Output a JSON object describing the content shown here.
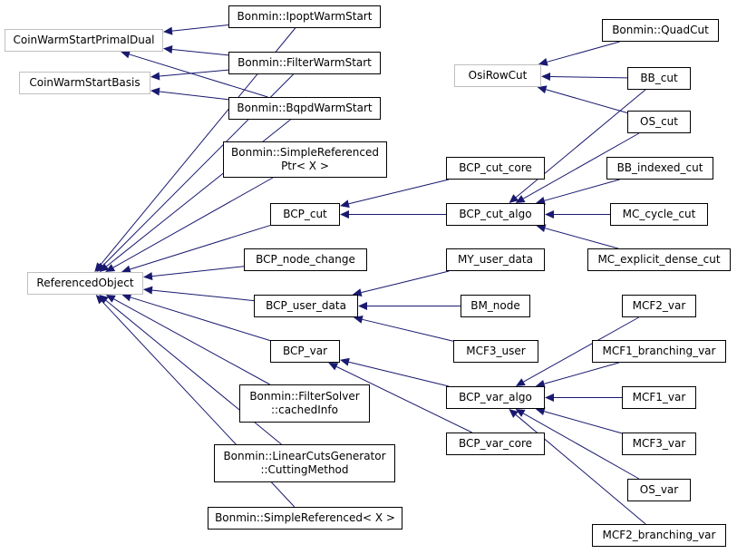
{
  "colors": {
    "edge": "#191970",
    "box_border": "#000000",
    "external_border": "#bfbfbf",
    "background": "#ffffff"
  },
  "nodes": [
    {
      "id": "n_ipopt",
      "label": "Bonmin::IpoptWarmStart"
    },
    {
      "id": "n_cwspd",
      "label": "CoinWarmStartPrimalDual",
      "external": true
    },
    {
      "id": "n_filterws",
      "label": "Bonmin::FilterWarmStart"
    },
    {
      "id": "n_cwsb",
      "label": "CoinWarmStartBasis",
      "external": true
    },
    {
      "id": "n_bqpd",
      "label": "Bonmin::BqpdWarmStart"
    },
    {
      "id": "n_quadcut",
      "label": "Bonmin::QuadCut"
    },
    {
      "id": "n_osirowcut",
      "label": "OsiRowCut",
      "external": true
    },
    {
      "id": "n_bbcut",
      "label": "BB_cut"
    },
    {
      "id": "n_oscut",
      "label": "OS_cut"
    },
    {
      "id": "n_simpleptr",
      "label": "Bonmin::SimpleReferenced\nPtr< X >"
    },
    {
      "id": "n_bcpcutcore",
      "label": "BCP_cut_core"
    },
    {
      "id": "n_bbidx",
      "label": "BB_indexed_cut"
    },
    {
      "id": "n_bcpcut",
      "label": "BCP_cut"
    },
    {
      "id": "n_bcpcutalgo",
      "label": "BCP_cut_algo"
    },
    {
      "id": "n_mccycle",
      "label": "MC_cycle_cut"
    },
    {
      "id": "n_nodechange",
      "label": "BCP_node_change"
    },
    {
      "id": "n_mcexplicit",
      "label": "MC_explicit_dense_cut"
    },
    {
      "id": "n_refobj",
      "label": "ReferencedObject",
      "external": true
    },
    {
      "id": "n_myuser",
      "label": "MY_user_data"
    },
    {
      "id": "n_bcpuser",
      "label": "BCP_user_data"
    },
    {
      "id": "n_bmnode",
      "label": "BM_node"
    },
    {
      "id": "n_mcf2var",
      "label": "MCF2_var"
    },
    {
      "id": "n_mcf3user",
      "label": "MCF3_user"
    },
    {
      "id": "n_bcpvar",
      "label": "BCP_var"
    },
    {
      "id": "n_mcf1br",
      "label": "MCF1_branching_var"
    },
    {
      "id": "n_filtersolver",
      "label": "Bonmin::FilterSolver\n::cachedInfo"
    },
    {
      "id": "n_bcpvaralgo",
      "label": "BCP_var_algo"
    },
    {
      "id": "n_mcf1var",
      "label": "MCF1_var"
    },
    {
      "id": "n_bcpvarcore",
      "label": "BCP_var_core"
    },
    {
      "id": "n_mcf3var",
      "label": "MCF3_var"
    },
    {
      "id": "n_lincuts",
      "label": "Bonmin::LinearCutsGenerator\n::CuttingMethod"
    },
    {
      "id": "n_osvar",
      "label": "OS_var"
    },
    {
      "id": "n_simpleref",
      "label": "Bonmin::SimpleReferenced< X >"
    },
    {
      "id": "n_mcf2br",
      "label": "MCF2_branching_var"
    }
  ],
  "edges": [
    {
      "from": "n_ipopt",
      "to": "n_cwspd"
    },
    {
      "from": "n_ipopt",
      "to": "n_refobj"
    },
    {
      "from": "n_filterws",
      "to": "n_cwspd"
    },
    {
      "from": "n_filterws",
      "to": "n_cwsb"
    },
    {
      "from": "n_filterws",
      "to": "n_refobj"
    },
    {
      "from": "n_bqpd",
      "to": "n_cwsb"
    },
    {
      "from": "n_bqpd",
      "to": "n_cwspd"
    },
    {
      "from": "n_bqpd",
      "to": "n_refobj"
    },
    {
      "from": "n_simpleptr",
      "to": "n_refobj"
    },
    {
      "from": "n_bcpcut",
      "to": "n_refobj"
    },
    {
      "from": "n_nodechange",
      "to": "n_refobj"
    },
    {
      "from": "n_bcpuser",
      "to": "n_refobj"
    },
    {
      "from": "n_bcpvar",
      "to": "n_refobj"
    },
    {
      "from": "n_filtersolver",
      "to": "n_refobj"
    },
    {
      "from": "n_lincuts",
      "to": "n_refobj"
    },
    {
      "from": "n_simpleref",
      "to": "n_refobj"
    },
    {
      "from": "n_bcpcutcore",
      "to": "n_bcpcut"
    },
    {
      "from": "n_bcpcutalgo",
      "to": "n_bcpcut"
    },
    {
      "from": "n_myuser",
      "to": "n_bcpuser"
    },
    {
      "from": "n_bmnode",
      "to": "n_bcpuser"
    },
    {
      "from": "n_mcf3user",
      "to": "n_bcpuser"
    },
    {
      "from": "n_bcpvaralgo",
      "to": "n_bcpvar"
    },
    {
      "from": "n_bcpvarcore",
      "to": "n_bcpvar"
    },
    {
      "from": "n_quadcut",
      "to": "n_osirowcut"
    },
    {
      "from": "n_bbcut",
      "to": "n_osirowcut"
    },
    {
      "from": "n_oscut",
      "to": "n_osirowcut"
    },
    {
      "from": "n_bbcut",
      "to": "n_bcpcutalgo"
    },
    {
      "from": "n_oscut",
      "to": "n_bcpcutalgo"
    },
    {
      "from": "n_bbidx",
      "to": "n_bcpcutalgo"
    },
    {
      "from": "n_mccycle",
      "to": "n_bcpcutalgo"
    },
    {
      "from": "n_mcexplicit",
      "to": "n_bcpcutalgo"
    },
    {
      "from": "n_mcf2var",
      "to": "n_bcpvaralgo"
    },
    {
      "from": "n_mcf1br",
      "to": "n_bcpvaralgo"
    },
    {
      "from": "n_mcf1var",
      "to": "n_bcpvaralgo"
    },
    {
      "from": "n_mcf3var",
      "to": "n_bcpvaralgo"
    },
    {
      "from": "n_osvar",
      "to": "n_bcpvaralgo"
    },
    {
      "from": "n_mcf2br",
      "to": "n_bcpvaralgo"
    }
  ]
}
